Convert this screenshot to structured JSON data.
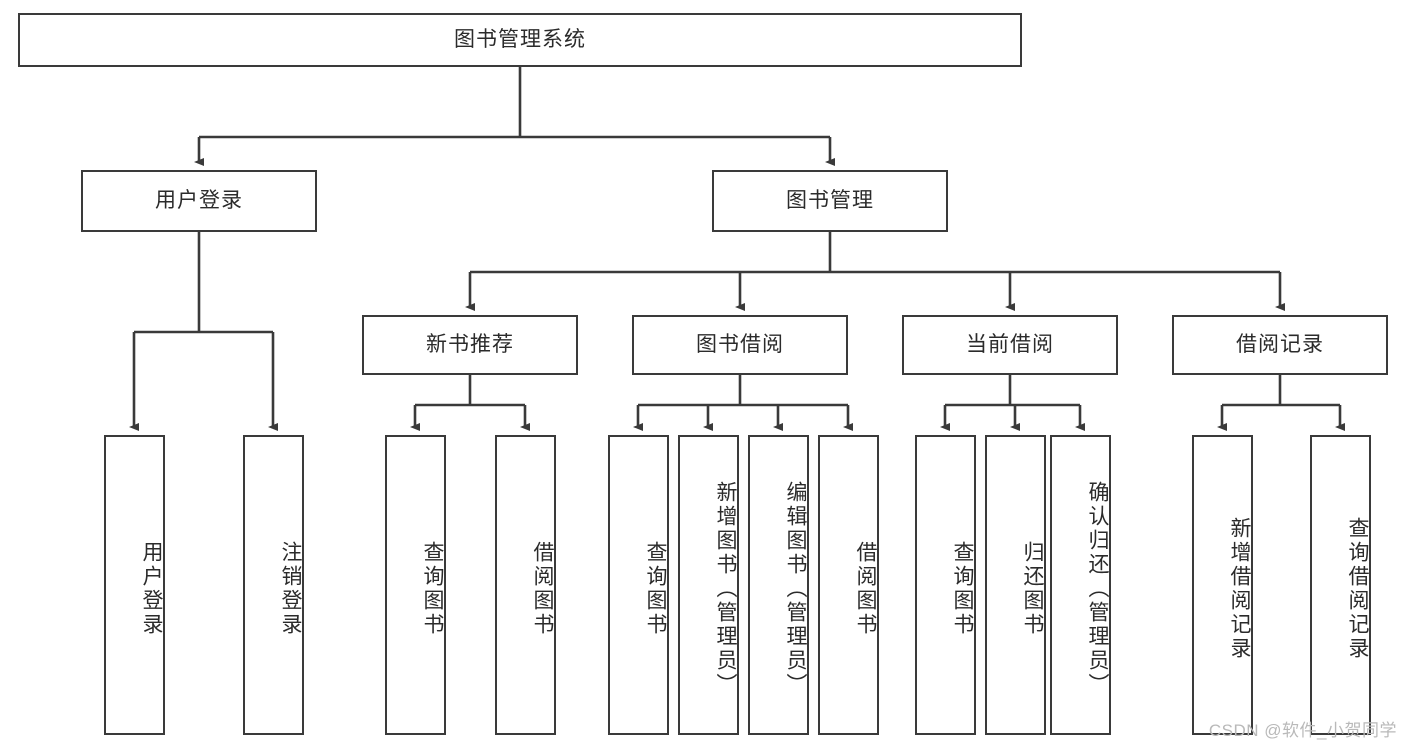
{
  "diagram": {
    "title": "图书管理系统",
    "type": "tree-hierarchy",
    "stroke_color": "#3a3a3a",
    "fill_color": "#ffffff",
    "text_color": "#2b2b2b"
  },
  "nodes": {
    "root": {
      "label": "图书管理系统",
      "level": 1,
      "orientation": "horizontal"
    },
    "l2": [
      {
        "id": "user-login",
        "label": "用户登录",
        "level": 2,
        "orientation": "horizontal"
      },
      {
        "id": "book-manage",
        "label": "图书管理",
        "level": 2,
        "orientation": "horizontal"
      }
    ],
    "l3": [
      {
        "id": "new-book-rec",
        "label": "新书推荐",
        "level": 3,
        "orientation": "horizontal"
      },
      {
        "id": "book-borrow",
        "label": "图书借阅",
        "level": 3,
        "orientation": "horizontal"
      },
      {
        "id": "current-borrow",
        "label": "当前借阅",
        "level": 3,
        "orientation": "horizontal"
      },
      {
        "id": "borrow-record",
        "label": "借阅记录",
        "level": 3,
        "orientation": "horizontal"
      }
    ],
    "leaves": [
      {
        "id": "leaf-user-login",
        "label": "用户登录",
        "parent": "user-login",
        "orientation": "vertical"
      },
      {
        "id": "leaf-user-logout",
        "label": "注销登录",
        "parent": "user-login",
        "orientation": "vertical"
      },
      {
        "id": "leaf-query-book-1",
        "label": "查询图书",
        "parent": "new-book-rec",
        "orientation": "vertical"
      },
      {
        "id": "leaf-borrow-book-1",
        "label": "借阅图书",
        "parent": "new-book-rec",
        "orientation": "vertical"
      },
      {
        "id": "leaf-query-book-2",
        "label": "查询图书",
        "parent": "book-borrow",
        "orientation": "vertical"
      },
      {
        "id": "leaf-add-book",
        "label": "新增图书（管理员）",
        "parent": "book-borrow",
        "orientation": "vertical"
      },
      {
        "id": "leaf-edit-book",
        "label": "编辑图书（管理员）",
        "parent": "book-borrow",
        "orientation": "vertical"
      },
      {
        "id": "leaf-borrow-book-2",
        "label": "借阅图书",
        "parent": "book-borrow",
        "orientation": "vertical"
      },
      {
        "id": "leaf-query-book-3",
        "label": "查询图书",
        "parent": "current-borrow",
        "orientation": "vertical"
      },
      {
        "id": "leaf-return-book",
        "label": "归还图书",
        "parent": "current-borrow",
        "orientation": "vertical"
      },
      {
        "id": "leaf-confirm-return",
        "label": "确认归还（管理员）",
        "parent": "current-borrow",
        "orientation": "vertical"
      },
      {
        "id": "leaf-add-record",
        "label": "新增借阅记录",
        "parent": "borrow-record",
        "orientation": "vertical"
      },
      {
        "id": "leaf-query-record",
        "label": "查询借阅记录",
        "parent": "borrow-record",
        "orientation": "vertical"
      }
    ]
  },
  "watermark": {
    "text": "CSDN @软件_小贺同学"
  }
}
